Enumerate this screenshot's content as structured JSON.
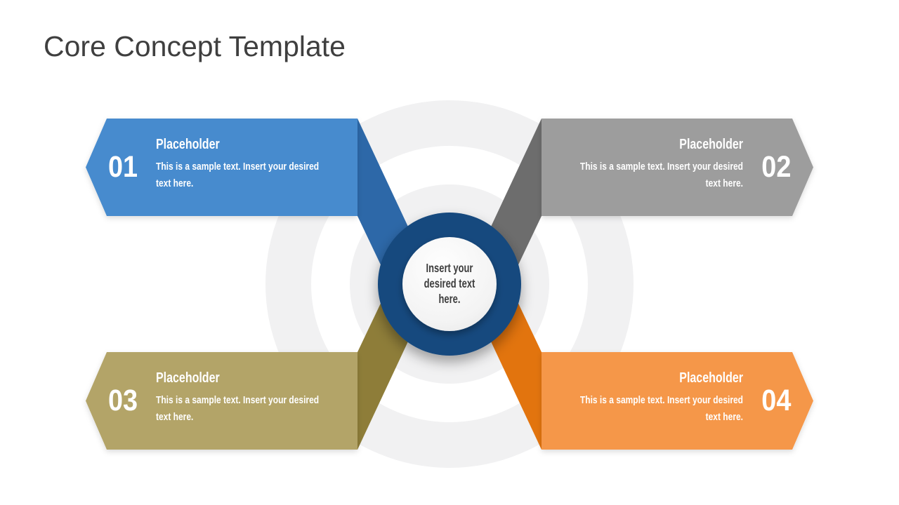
{
  "slide_title": "Core Concept Template",
  "center": {
    "text": "Insert your desired text here."
  },
  "items": [
    {
      "number": "01",
      "heading": "Placeholder",
      "body": "This is a sample text. Insert your desired text here.",
      "color": "#478bce",
      "tail_color": "#2d68a8",
      "position": "top-left"
    },
    {
      "number": "02",
      "heading": "Placeholder",
      "body": "This is a sample text. Insert your desired text here.",
      "color": "#9d9d9d",
      "tail_color": "#6d6d6d",
      "position": "top-right"
    },
    {
      "number": "03",
      "heading": "Placeholder",
      "body": "This is a sample text. Insert your desired text here.",
      "color": "#b3a468",
      "tail_color": "#8e7d39",
      "position": "bottom-left"
    },
    {
      "number": "04",
      "heading": "Placeholder",
      "body": "This is a sample text. Insert your desired text here.",
      "color": "#f59749",
      "tail_color": "#e2740e",
      "position": "bottom-right"
    }
  ],
  "colors": {
    "background": "#ffffff",
    "ring_gray": "#f1f1f2",
    "navy_ring": "#17497e",
    "inner_circle_light": "#fdfdfd",
    "inner_circle_dark": "#e7e7e7",
    "title": "#3f3f3f",
    "center_text": "#3d3d3d"
  }
}
